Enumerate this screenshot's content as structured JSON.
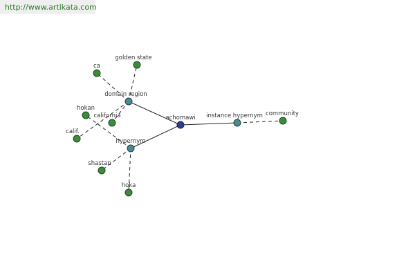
{
  "header": {
    "url": "http://www.artikata.com"
  },
  "graph": {
    "nodes": {
      "achomawi": "achomawi",
      "domain_region": "domain region",
      "hypernym": "hypernym",
      "instance_hypernym": "instance hypernym",
      "community": "community",
      "golden_state": "golden state",
      "ca": "ca",
      "hokan": "hokan",
      "california": "california",
      "calif": "calif.",
      "shastan": "shastan",
      "hoka": "hoka"
    }
  }
}
